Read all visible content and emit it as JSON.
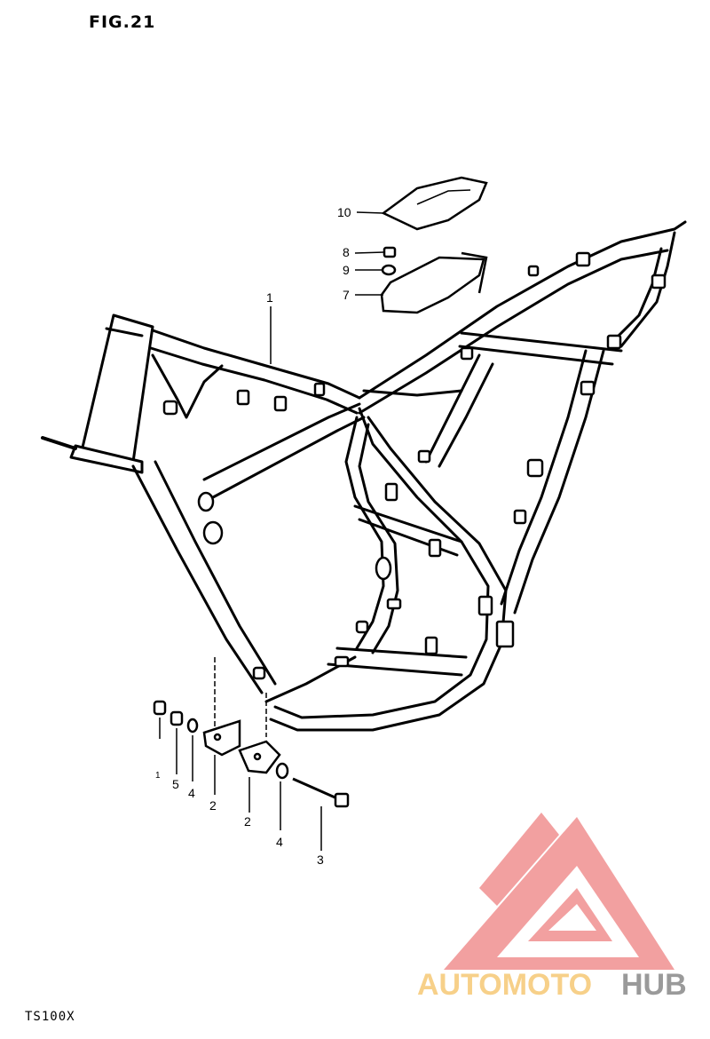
{
  "figure": {
    "title": "FIG.21",
    "model_code": "TS100X"
  },
  "callouts": [
    {
      "id": "c1",
      "label": "1"
    },
    {
      "id": "c2a",
      "label": "2"
    },
    {
      "id": "c2b",
      "label": "2"
    },
    {
      "id": "c3",
      "label": "3"
    },
    {
      "id": "c4a",
      "label": "4"
    },
    {
      "id": "c4b",
      "label": "4"
    },
    {
      "id": "c5",
      "label": "5"
    },
    {
      "id": "c6",
      "label": "1"
    },
    {
      "id": "c7",
      "label": "7"
    },
    {
      "id": "c8",
      "label": "8"
    },
    {
      "id": "c9",
      "label": "9"
    },
    {
      "id": "c10",
      "label": "10"
    }
  ],
  "watermark": {
    "part1": "AUTOMOTO",
    "part2": "HUB",
    "color_primary": "#f2a0a0",
    "color_accent": "#ee7070",
    "color_secondary": "#f7d089",
    "color_tertiary": "#9a9a9a"
  }
}
